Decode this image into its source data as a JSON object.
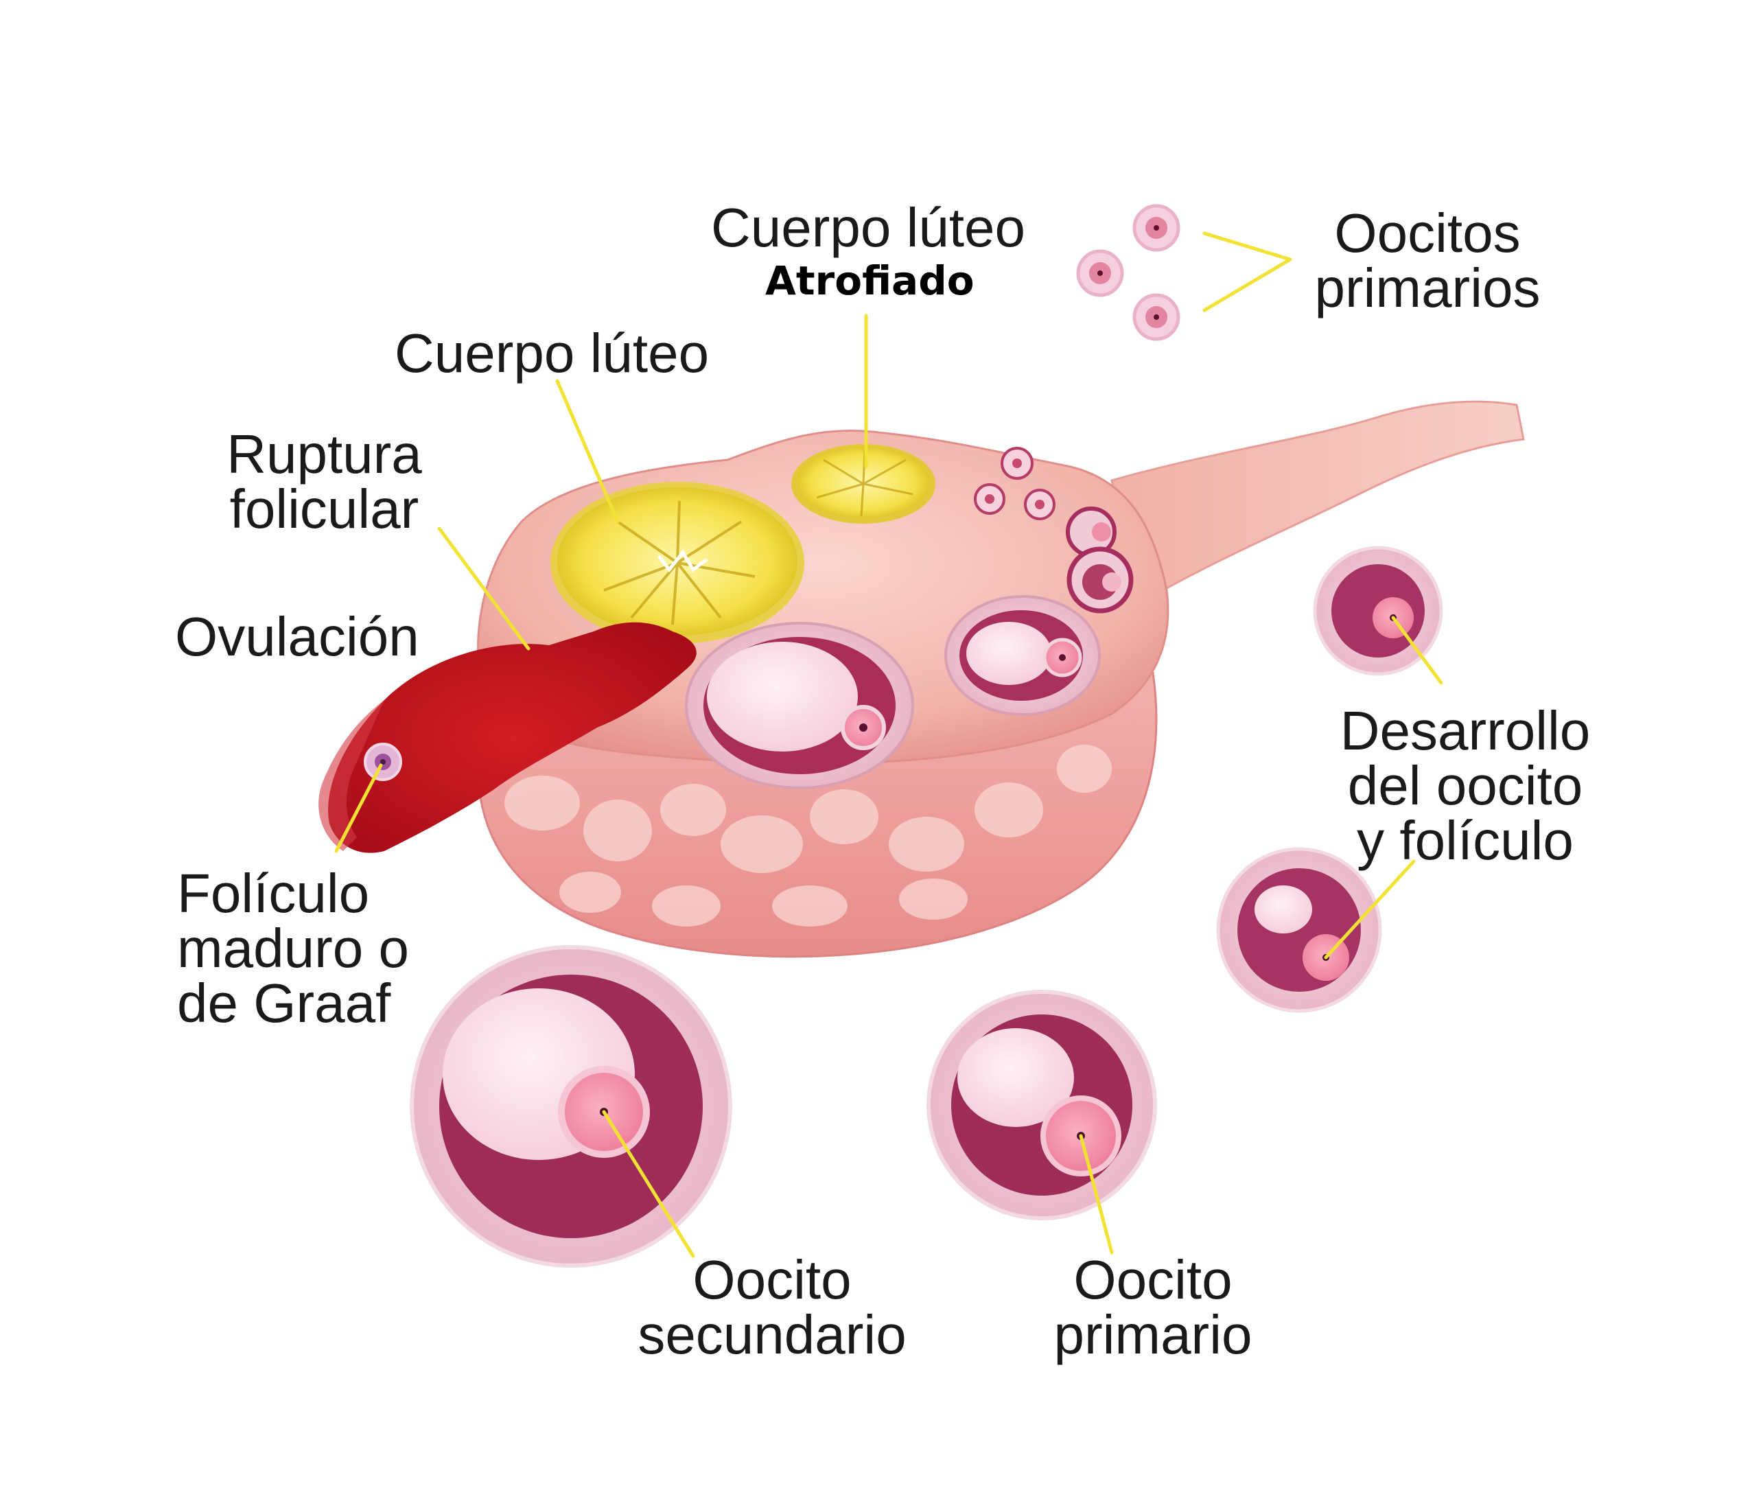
{
  "labels": {
    "cuerpo_luteo_atrofiado": {
      "line1": "Cuerpo lúteo",
      "line2": "Atrofiado"
    },
    "oocitos_primarios": {
      "line1": "Oocitos",
      "line2": "primarios"
    },
    "cuerpo_luteo": "Cuerpo lúteo",
    "ruptura_folicular": {
      "line1": "Ruptura",
      "line2": "folicular"
    },
    "ovulacion": "Ovulación",
    "foliculo_maduro": {
      "line1": "Folículo",
      "line2": "maduro o",
      "line3": "de Graaf"
    },
    "desarrollo": {
      "line1": "Desarrollo",
      "line2": "del oocito",
      "line3": "y folículo"
    },
    "oocito_secundario": {
      "line1": "Oocito",
      "line2": "secundario"
    },
    "oocito_primario": {
      "line1": "Oocito",
      "line2": "primario"
    }
  },
  "colors": {
    "leader_line": "#f2e233",
    "ovary_pink": "#f0aca8",
    "corpus_luteum_yellow": "#f7e85a",
    "blood_red": "#c2121c",
    "follicle_purple": "#9e2e5a",
    "oocyte_pink": "#f08aa4"
  }
}
